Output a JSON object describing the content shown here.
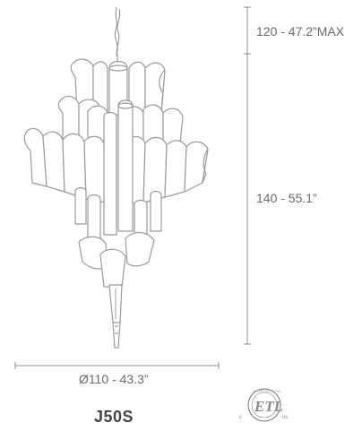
{
  "dimensions": {
    "suspension": "120 - 47.2”MAX",
    "height": "140 - 55.1”",
    "diameter": "Ø110 - 43.3”"
  },
  "model": "J50S",
  "certification": {
    "mark": "ETL",
    "left_letter": "c",
    "right_letter": "us",
    "ring_text": "INTERTEK LISTED"
  }
}
